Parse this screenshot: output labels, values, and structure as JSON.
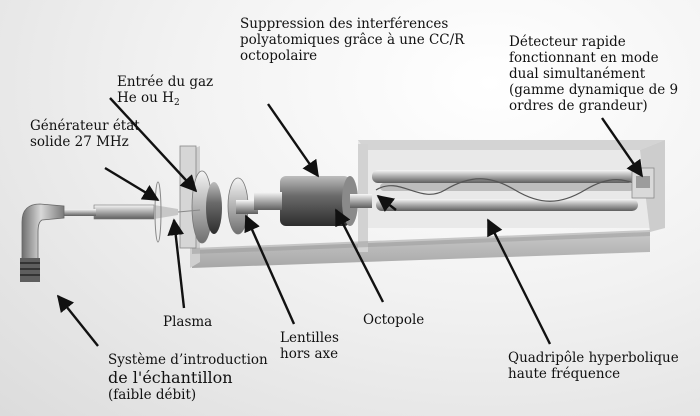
{
  "labels": {
    "suppression": {
      "lines": [
        "Suppression des interférences",
        "polyatomiques grâce à une CC/R",
        "octopolaire"
      ]
    },
    "gas_inlet": {
      "line1": "Entrée du gaz",
      "line2_prefix": "He ou H",
      "line2_subscript": "2"
    },
    "generator": {
      "lines": [
        "Générateur état",
        "solide 27 MHz"
      ]
    },
    "detector": {
      "lines": [
        "Détecteur rapide",
        "fonctionnant en mode",
        "dual simultanément",
        "(gamme dynamique de 9",
        "ordres de grandeur)"
      ]
    },
    "plasma": {
      "text": "Plasma"
    },
    "lenses": {
      "lines": [
        "Lentilles",
        "hors axe"
      ]
    },
    "octopole": {
      "text": "Octopole"
    },
    "intro_system": {
      "line1": "Système d’introduction",
      "line2": "de l'échantillon",
      "line3": "(faible débit)"
    },
    "quadrupole": {
      "lines": [
        "Quadripôle hyperbolique",
        "haute fréquence"
      ]
    }
  }
}
